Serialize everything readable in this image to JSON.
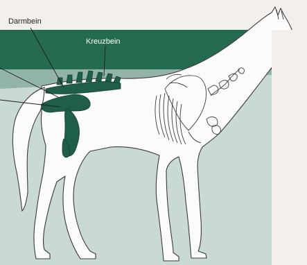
{
  "labels": {
    "darmbein": "Darmbein",
    "kreuzbein": "Kreuzbein"
  },
  "colors": {
    "paper": "#f3f0ec",
    "panel": "#c9d9d4",
    "band": "#256b50",
    "bone": "#1f5e48",
    "outline": "#3a3a3a",
    "horse": "#fbfbf9",
    "label_dark": "#222222",
    "label_light": "#ffffff"
  },
  "icons": {
    "horse": "horse-skeleton-illustration"
  }
}
